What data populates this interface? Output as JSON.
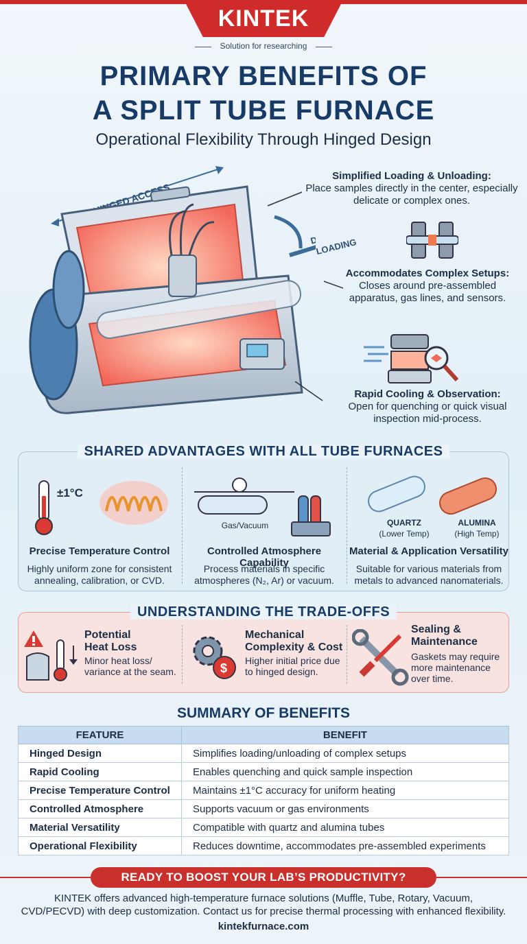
{
  "header": {
    "brand": "KINTEK",
    "tagline": "Solution for researching",
    "title_line1": "PRIMARY BENEFITS OF",
    "title_line2": "A SPLIT TUBE FURNACE",
    "subtitle": "Operational Flexibility Through Hinged Design"
  },
  "hero": {
    "label_hinged": "HINGED ACCESS",
    "label_direct1": "DIRECT",
    "label_direct2": "LOADING"
  },
  "callouts": [
    {
      "title": "Simplified Loading & Unloading:",
      "text": "Place samples directly in the center, especially delicate or complex ones."
    },
    {
      "title": "Accommodates Complex Setups:",
      "text": "Closes around pre-assembled apparatus, gas lines, and sensors."
    },
    {
      "title": "Rapid Cooling & Observation:",
      "text": "Open for quenching or quick visual inspection mid-process."
    }
  ],
  "shared": {
    "title": "SHARED ADVANTAGES WITH ALL TUBE FURNACES",
    "items": [
      {
        "icon_label": "±1°C",
        "heading": "Precise Temperature Control",
        "text": "Highly uniform zone for consistent annealing, calibration, or CVD."
      },
      {
        "icon_label": "Gas/Vacuum",
        "heading": "Controlled Atmosphere Capability",
        "text": "Process materials in specific atmospheres (N₂, Ar) or vacuum."
      },
      {
        "icon_label_a": "QUARTZ",
        "icon_sub_a": "(Lower Temp)",
        "icon_label_b": "ALUMINA",
        "icon_sub_b": "(High Temp)",
        "heading": "Material & Application Versatility",
        "text": "Suitable for various materials from metals to advanced nanomaterials."
      }
    ]
  },
  "tradeoffs": {
    "title": "UNDERSTANDING THE TRADE-OFFS",
    "items": [
      {
        "heading1": "Potential",
        "heading2": "Heat Loss",
        "text1": "Minor heat loss/",
        "text2": "variance at the seam."
      },
      {
        "heading1": "Mechanical",
        "heading2": "Complexity & Cost",
        "text1": "Higher initial price due",
        "text2": "to hinged design."
      },
      {
        "heading1": "Sealing &",
        "heading2": "Maintenance",
        "text1": "Gaskets may require",
        "text2": "more maintenance",
        "text3": "over time."
      }
    ]
  },
  "summary": {
    "title": "SUMMARY OF BENEFITS",
    "headers": [
      "FEATURE",
      "BENEFIT"
    ],
    "rows": [
      [
        "Hinged Design",
        "Simplifies loading/unloading of complex setups"
      ],
      [
        "Rapid Cooling",
        "Enables quenching and quick sample inspection"
      ],
      [
        "Precise Temperature Control",
        "Maintains ±1°C accuracy for uniform heating"
      ],
      [
        "Controlled Atmosphere",
        "Supports vacuum or gas environments"
      ],
      [
        "Material Versatility",
        "Compatible with quartz and alumina tubes"
      ],
      [
        "Operational Flexibility",
        "Reduces downtime, accommodates pre-assembled experiments"
      ]
    ]
  },
  "footer": {
    "cta": "READY TO BOOST YOUR LAB’S PRODUCTIVITY?",
    "line1": "KINTEK offers advanced high-temperature furnace solutions (Muffle, Tube, Rotary, Vacuum,",
    "line2": "CVD/PECVD) with deep customization. Contact us for precise thermal processing with enhanced flexibility.",
    "url": "kintekfurnace.com"
  },
  "colors": {
    "brand_red": "#cf2b2b",
    "title_blue": "#173a66",
    "panel_blue": "#e2eef6",
    "panel_red": "#f9e3e1"
  }
}
